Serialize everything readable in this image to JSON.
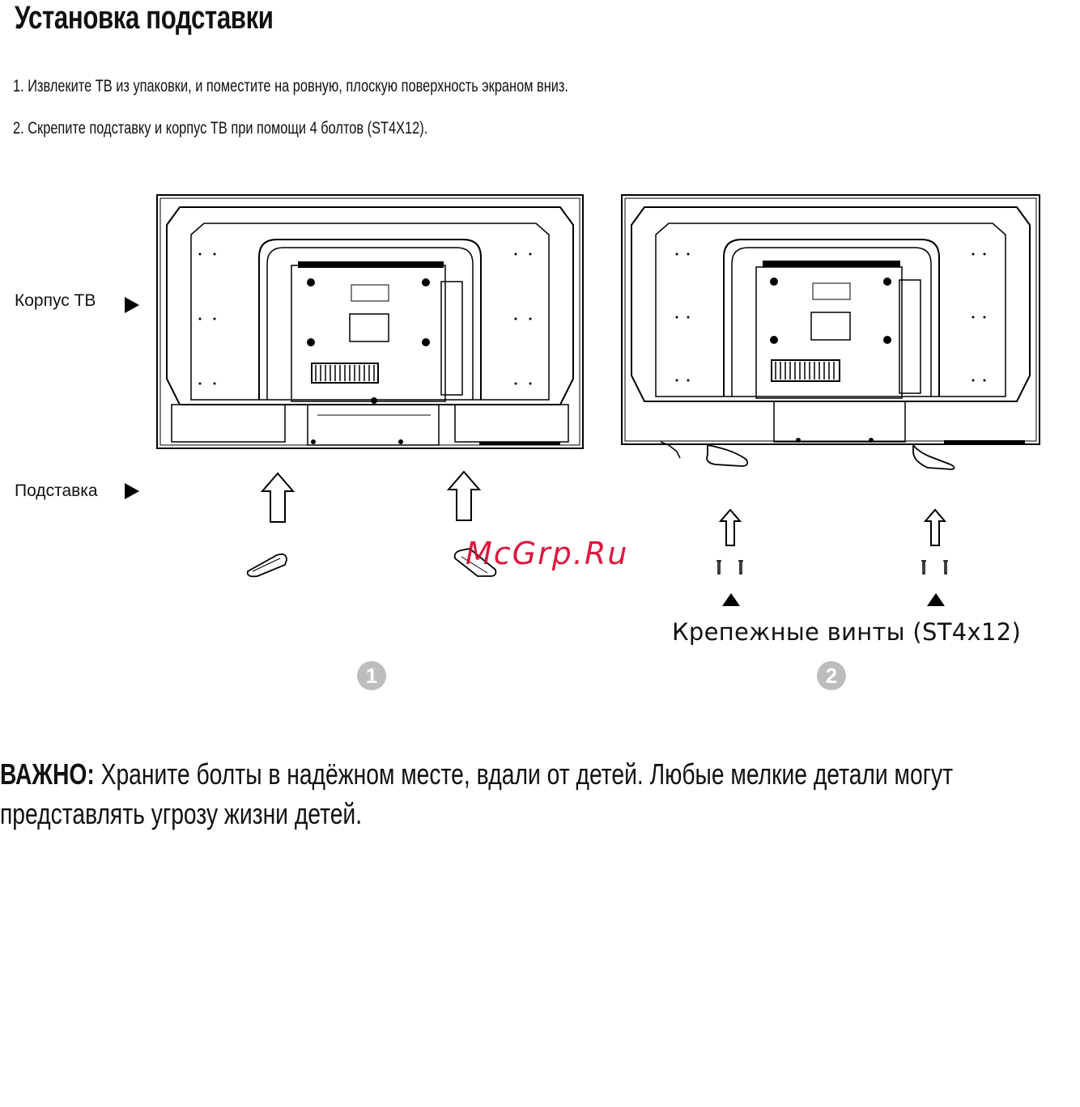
{
  "title": "Установка подставки",
  "steps": [
    "1. Извлеките ТВ из упаковки, и поместите на ровную, плоскую поверхность экраном вниз.",
    "2. Скрепите подставку и корпус ТВ при помощи 4 болтов (ST4X12)."
  ],
  "labels": {
    "tv_body": "Корпус ТВ",
    "stand": "Подставка",
    "screws": "Крепежные винты (ST4x12)"
  },
  "badges": [
    "1",
    "2"
  ],
  "important": {
    "prefix": "ВАЖНО:",
    "text": " Храните болты в надёжном месте, вдали от детей. Любые мелкие детали могут представлять угрозу жизни детей."
  },
  "watermark": "McGrp.Ru",
  "colors": {
    "text": "#111111",
    "badge": "#bdbdbd",
    "watermark": "#d9002a"
  }
}
